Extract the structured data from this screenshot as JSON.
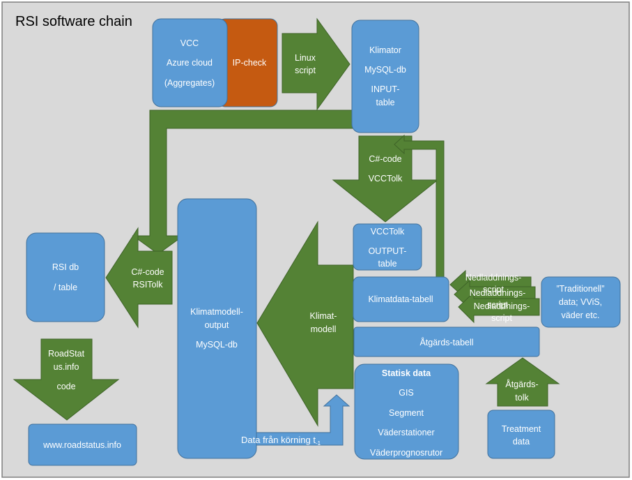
{
  "title": "RSI software chain",
  "colors": {
    "background": "#d9d9d9",
    "box_blue": "#5b9bd5",
    "box_border": "#41719c",
    "arrow_green": "#548235",
    "arrow_border": "#3e6328",
    "orange": "#c55a11"
  },
  "nodes": {
    "vcc": [
      "VCC",
      "Azure cloud",
      "(Aggregates)"
    ],
    "ipcheck": [
      "IP-check"
    ],
    "klimator": [
      "Klimator",
      "MySQL-db",
      "INPUT-",
      "table"
    ],
    "vcctolk_output": [
      "VCCTolk",
      "OUTPUT-",
      "table"
    ],
    "klimatdata": [
      "Klimatdata-tabell"
    ],
    "traditionell": [
      "”Traditionell”",
      "data; VViS,",
      "väder etc."
    ],
    "atgards_tabell": [
      "Åtgärds-tabell"
    ],
    "statisk": [
      "Statisk data",
      "GIS",
      "Segment",
      "Väderstationer",
      "Väderprognosrutor"
    ],
    "treatment": [
      "Treatment",
      "data"
    ],
    "klimatmodell_output": [
      "Klimatmodell-",
      "output",
      "",
      "MySQL-db"
    ],
    "rsi_db": [
      "RSI db",
      "",
      "/ table"
    ],
    "roadstatus_site": [
      "www.roadstatus.info"
    ]
  },
  "arrows": {
    "linux_script": [
      "Linux",
      "script"
    ],
    "csharp_vcctolk": [
      "C#-code",
      "VCCTolk"
    ],
    "klimatmodell": [
      "Klimat-",
      "modell"
    ],
    "csharp_rsitolk": [
      "C#-code",
      "RSITolk"
    ],
    "roadstatus_code": [
      "RoadStat",
      "us.info",
      "",
      "code"
    ],
    "atgardstolk": [
      "Åtgärds-",
      "tolk"
    ],
    "nedladdnings": [
      "Nedladdnings-",
      "script"
    ],
    "data_fran_korning": "Data från körning t",
    "data_fran_korning_sub": "-1"
  }
}
